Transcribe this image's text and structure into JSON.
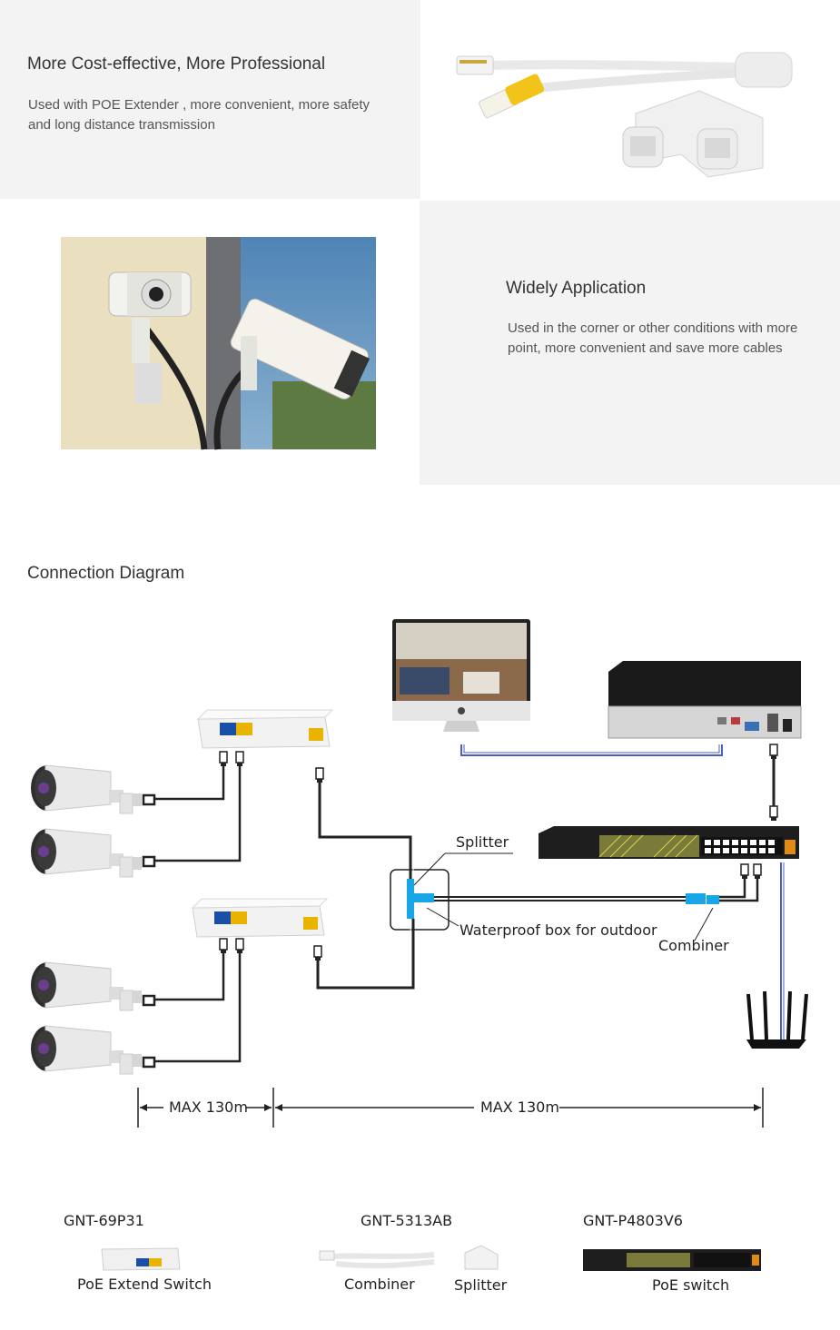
{
  "section1": {
    "title": "More Cost-effective, More Professional",
    "text": "Used with POE Extender , more convenient, more safety and long distance transmission"
  },
  "section2": {
    "title": "Widely Application",
    "text": "Used in the corner or other conditions with more point, more convenient and save more cables"
  },
  "diagram": {
    "heading": "Connection Diagram",
    "labels": {
      "splitter": "Splitter",
      "waterproof_box": "Waterproof box for outdoor",
      "combiner": "Combiner",
      "max_left": "MAX 130m",
      "max_right": "MAX  130m"
    }
  },
  "products": [
    {
      "model": "GNT-69P31",
      "name": "PoE Extend Switch"
    },
    {
      "model": "GNT-5313AB",
      "name": "Combiner",
      "name2": "Splitter"
    },
    {
      "model": "GNT-P4803V6",
      "name": "PoE switch"
    }
  ],
  "colors": {
    "panel_bg": "#f3f3f4",
    "cable_blue": "#4a5fc1",
    "accent_yellow": "#e8b400",
    "accent_cyan": "#19a6e6"
  }
}
